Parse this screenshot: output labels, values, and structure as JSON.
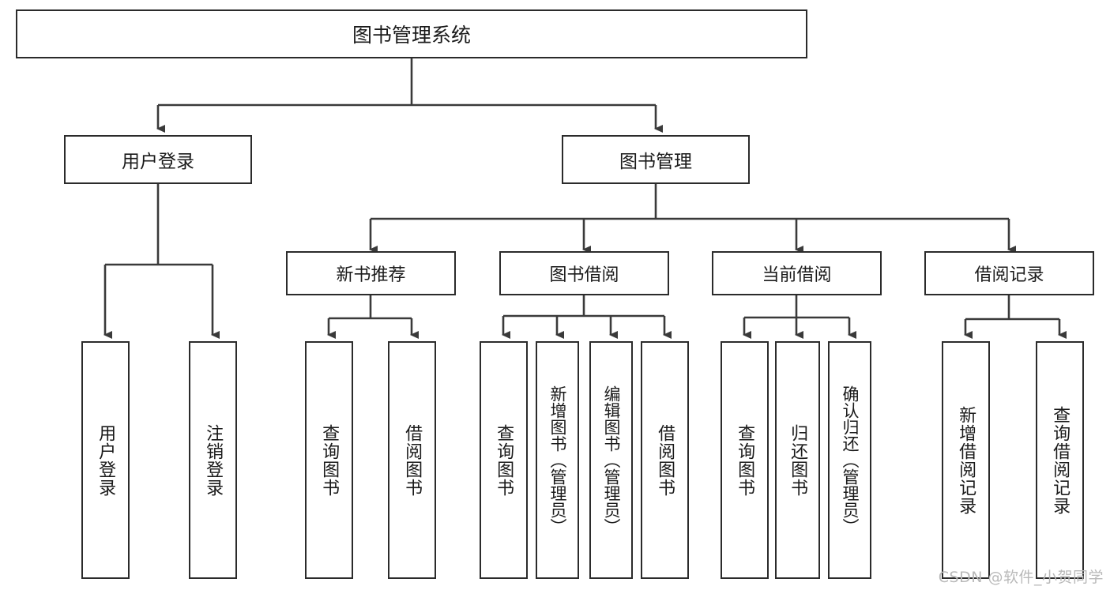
{
  "diagram": {
    "title": "图书管理系统",
    "type": "hierarchy-tree",
    "root": {
      "label": "图书管理系统"
    },
    "tier2": [
      {
        "label": "用户登录"
      },
      {
        "label": "图书管理"
      }
    ],
    "tier3": [
      {
        "label": "新书推荐"
      },
      {
        "label": "图书借阅"
      },
      {
        "label": "当前借阅"
      },
      {
        "label": "借阅记录"
      }
    ],
    "leaves": {
      "user_login": [
        {
          "label": "用户登录"
        },
        {
          "label": "注销登录"
        }
      ],
      "new_book_recommend": [
        {
          "label": "查询图书"
        },
        {
          "label": "借阅图书"
        }
      ],
      "book_borrow": [
        {
          "label": "查询图书"
        },
        {
          "label": "新增图书（管理员）"
        },
        {
          "label": "编辑图书（管理员）"
        },
        {
          "label": "借阅图书"
        }
      ],
      "current_borrow": [
        {
          "label": "查询图书"
        },
        {
          "label": "归还图书"
        },
        {
          "label": "确认归还（管理员）"
        }
      ],
      "borrow_record": [
        {
          "label": "新增借阅记录"
        },
        {
          "label": "查询借阅记录"
        }
      ]
    }
  },
  "watermark": {
    "text": "CSDN @软件_小贺同学"
  },
  "colors": {
    "box_border": "#2b2b2b",
    "box_fill": "#ffffff",
    "connector": "#3a3a3a",
    "text": "#1a1a1a",
    "watermark": "#b9b9b9"
  }
}
